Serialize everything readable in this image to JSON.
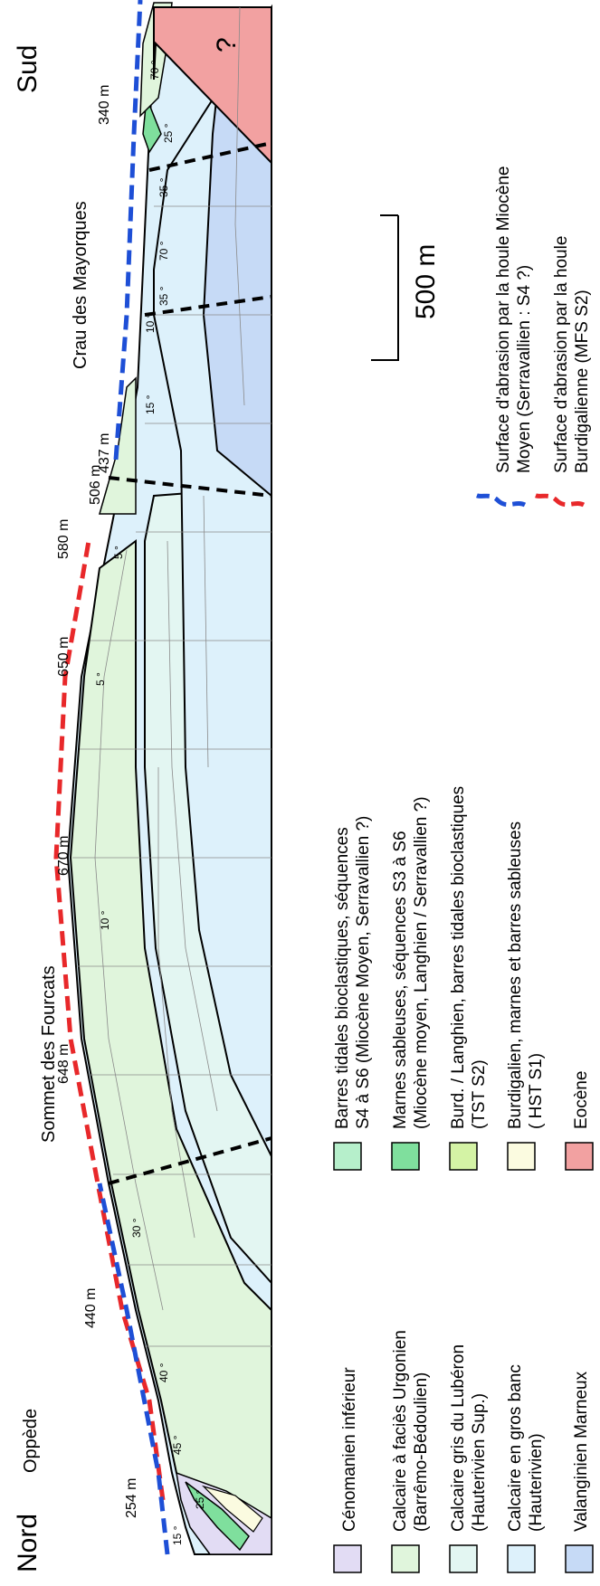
{
  "labels": {
    "north": "Nord",
    "south": "Sud",
    "oppede": "Oppède",
    "sommet": "Sommet des Fourcats",
    "crau": "Crau des Mayorques",
    "unknown": "?"
  },
  "altitudes": [
    "254 m",
    "440 m",
    "648 m",
    "670 m",
    "650 m",
    "580 m",
    "506 m",
    "437 m",
    "340 m"
  ],
  "dips": [
    "15 °",
    "25 °",
    "45 °",
    "40 °",
    "30 °",
    "10 °",
    "5 °",
    "5 °",
    "15 °",
    "10 °",
    "35 °",
    "70 °",
    "35 °",
    "25 °",
    "70 °"
  ],
  "legend_left": [
    {
      "lines": [
        "Valanginien Marneux"
      ],
      "color": "#c6daf6"
    },
    {
      "lines": [
        "Calcaire en gros banc",
        "(Hauterivien)"
      ],
      "color": "#ddf1fb"
    },
    {
      "lines": [
        "Calcaire gris du Lubéron",
        "(Hauterivien Sup.)"
      ],
      "color": "#e3f6f2"
    },
    {
      "lines": [
        "Calcaire à faciès Urgonien",
        "(Barrêmo-Bédoulien)"
      ],
      "color": "#e0f5dc"
    },
    {
      "lines": [
        "Cénomanien inférieur"
      ],
      "color": "#e2dcf4"
    }
  ],
  "legend_mid": [
    {
      "lines": [
        "Eocène"
      ],
      "color": "#f2a1a1"
    },
    {
      "lines": [
        "Burdigalien, marnes et barres sableuses",
        "( HST S1)"
      ],
      "color": "#fbfbe0"
    },
    {
      "lines": [
        "Burd. / Langhien, barres tidales bioclastiques",
        "(TST S2)"
      ],
      "color": "#d4f3a5"
    },
    {
      "lines": [
        "Marnes sableuses, séquences  S3 à S6",
        "(Miocène moyen, Langhien / Serravallien ?)"
      ],
      "color": "#7fdf9d"
    },
    {
      "lines": [
        "Barres tidales bioclastiques,  séquences",
        "S4 à S6 (Miocène Moyen, Serravallien ?)"
      ],
      "color": "#b6efcb"
    }
  ],
  "legend_lines": [
    {
      "lines": [
        "Surface d'abrasion par la houle",
        "Burdigalienne (MFS S2)"
      ],
      "color": "#e8282a"
    },
    {
      "lines": [
        "Surface d'abrasion par la houle Miocène",
        "Moyen (Serravallien : S4 ?)"
      ],
      "color": "#1e4fd6"
    }
  ],
  "scale": {
    "label": "500 m"
  },
  "colors": {
    "valanginien": "#c6daf6",
    "hauterivien": "#ddf1fb",
    "hauterivien_sup": "#e3f6f2",
    "urgonien": "#e0f5dc",
    "cenomanien": "#e2dcf4",
    "eocene": "#f2a1a1",
    "burdigalien": "#fbfbe0",
    "burd_langhien": "#d4f3a5",
    "marnes_sableuses": "#7fdf9d",
    "barres_tidales": "#b6efcb",
    "surface_burdigalienne": "#e8282a",
    "surface_miocene": "#1e4fd6"
  }
}
